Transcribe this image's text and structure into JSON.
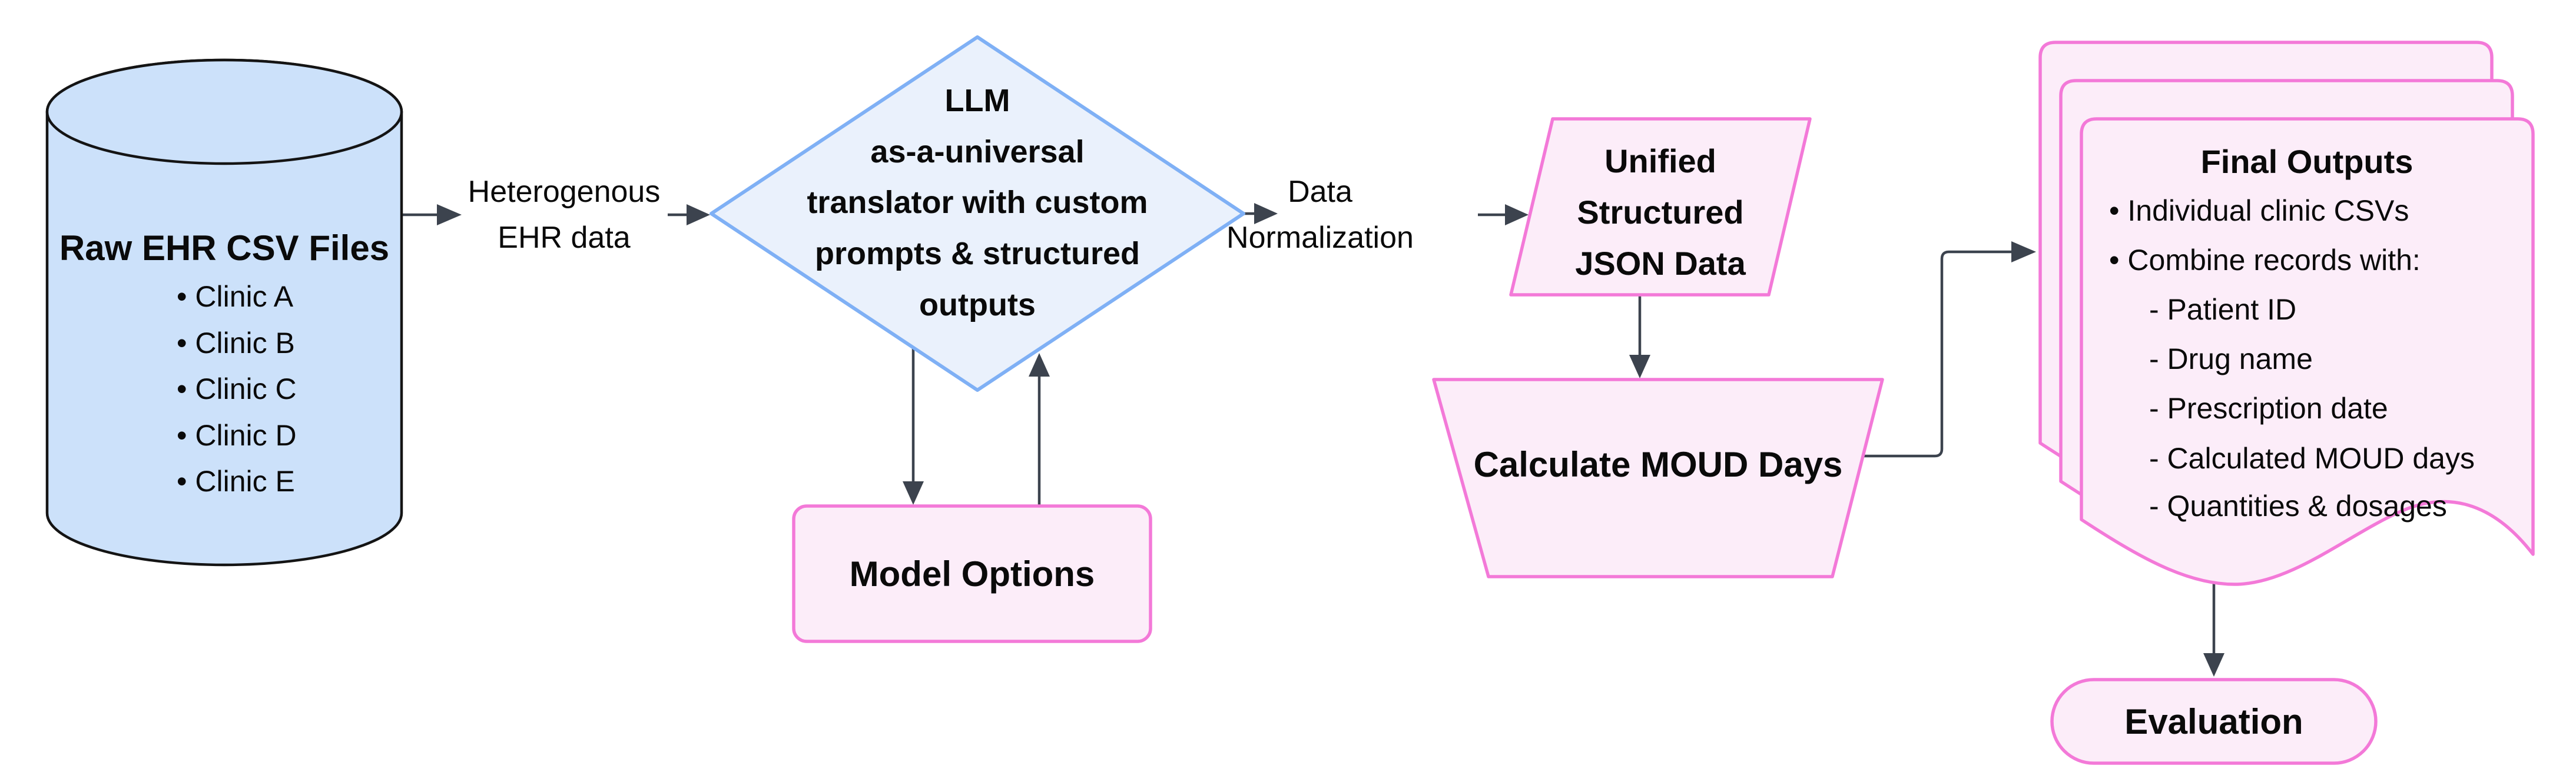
{
  "diagram": {
    "background": "#ffffff",
    "colors": {
      "database_fill": "#cce1fa",
      "database_stroke": "#141414",
      "diamond_fill": "#eaf1fc",
      "diamond_stroke": "#7fb0f5",
      "pink_fill": "#fcedf9",
      "pink_stroke": "#f379d8",
      "arrow": "#3c434e",
      "text": "#0a0a0a"
    },
    "nodes": {
      "raw_ehr_csv": {
        "shape": "cylinder",
        "title": "Raw EHR CSV Files",
        "items": [
          "• Clinic A",
          "• Clinic B",
          "• Clinic C",
          "• Clinic D",
          "• Clinic E"
        ]
      },
      "llm_translator": {
        "shape": "diamond",
        "lines": [
          "LLM",
          "as-a-universal",
          "translator with custom",
          "prompts & structured",
          "outputs"
        ]
      },
      "model_options": {
        "shape": "rounded-rect",
        "label": "Model Options"
      },
      "unified_json": {
        "shape": "parallelogram",
        "lines": [
          "Unified",
          "Structured",
          "JSON Data"
        ]
      },
      "calculate_moud_days": {
        "shape": "trapezoid",
        "label": "Calculate MOUD Days"
      },
      "final_outputs": {
        "shape": "document-stack",
        "title": "Final Outputs",
        "items": [
          "• Individual clinic CSVs",
          "• Combine records with:",
          "- Patient ID",
          "- Drug name",
          "- Prescription date",
          "- Calculated MOUD days",
          "- Quantities & dosages"
        ]
      },
      "evaluation": {
        "shape": "stadium",
        "label": "Evaluation"
      }
    },
    "edge_labels": {
      "heterogenous_ehr_data": {
        "lines": [
          "Heterogenous",
          "EHR data"
        ]
      },
      "data_normalization": {
        "lines": [
          "Data",
          "Normalization"
        ]
      }
    }
  }
}
